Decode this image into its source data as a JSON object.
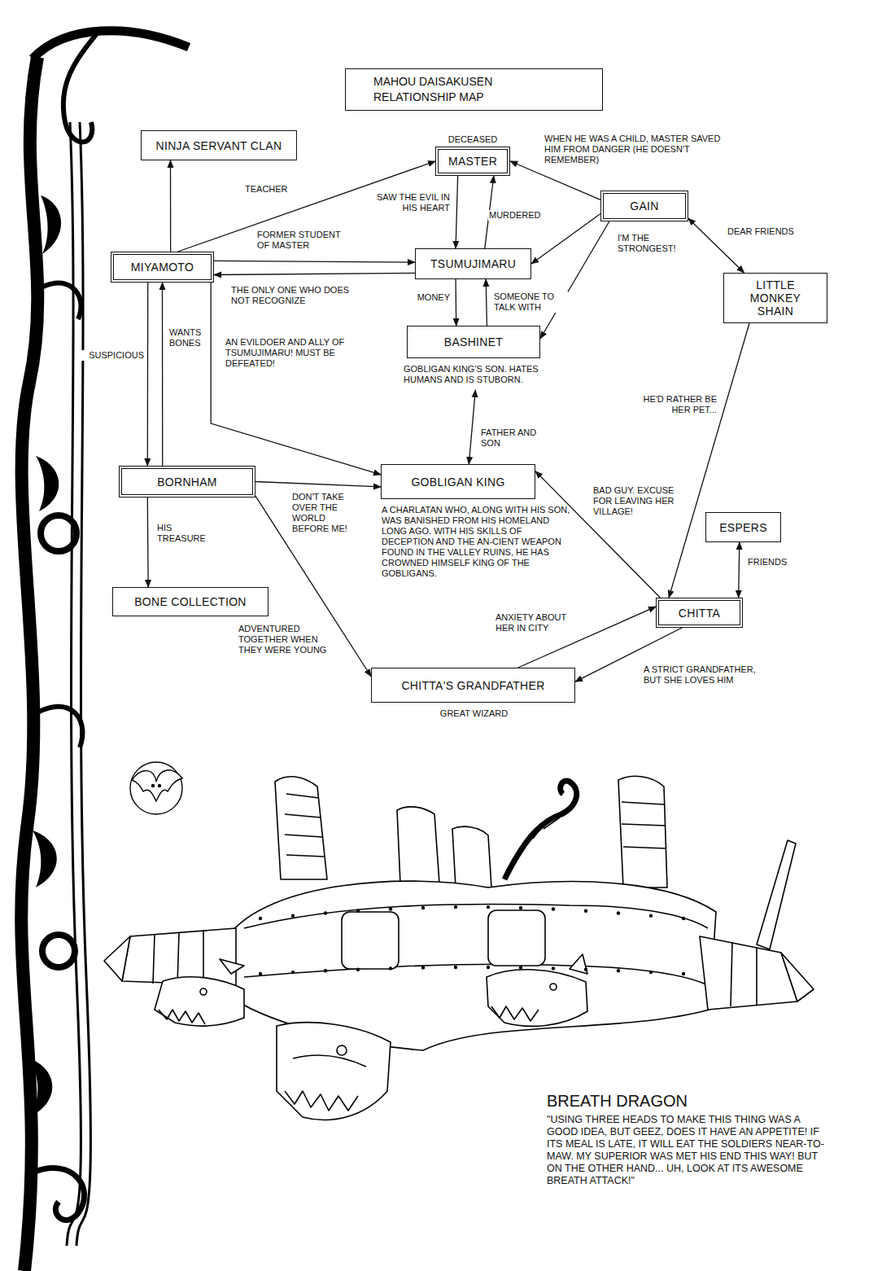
{
  "diagram": {
    "title": "MAHOU DAISAKUSEN RELATIONSHIP MAP",
    "nodes": [
      {
        "text": [
          "NINJA SERVANT CLAN"
        ]
      },
      {
        "text": [
          "DECEASED",
          "MASTER"
        ]
      },
      {
        "text": [
          "GAIN"
        ]
      },
      {
        "text": [
          "MIYAMOTO"
        ]
      },
      {
        "text": [
          "TSUMUJIMARU"
        ]
      },
      {
        "text": [
          "LITTLE MONKEY SHAIN"
        ]
      },
      {
        "text": [
          "BASHINET",
          "GOBLIGAN KING'S SON. HATES HUMANS AND IS STUBORN."
        ]
      },
      {
        "text": [
          "GOBLIGAN KING",
          "A CHARLATAN WHO, ALONG WITH HIS SON, WAS BANISHED FROM HIS HOMELAND LONG AGO. WITH HIS SKILLS OF DECEPTION AND THE AN-CIENT WEAPON FOUND IN THE VALLEY RUINS, HE HAS CROWNED HIMSELF KING OF THE GOBLIGANS."
        ]
      },
      {
        "text": [
          "BORNHAM"
        ]
      },
      {
        "text": [
          "ESPERS"
        ]
      },
      {
        "text": [
          "BONE COLLECTION"
        ]
      },
      {
        "text": [
          "CHITTA"
        ]
      },
      {
        "text": [
          "CHITTA'S GRANDFATHER",
          "GREAT WIZARD"
        ]
      }
    ],
    "edges": [
      {
        "from": 3,
        "to": 0,
        "arrow": "to"
      },
      {
        "from": 3,
        "to": 1,
        "label": "TEACHER",
        "arrow": "to"
      },
      {
        "from": 1,
        "to": 4,
        "label": "SAW THE EVIL IN HIS HEART",
        "arrow": "to"
      },
      {
        "from": 4,
        "to": 1,
        "label": "MURDERED",
        "arrow": "to"
      },
      {
        "from": 2,
        "to": 1,
        "label": "WHEN HE WAS A CHILD, MASTER SAVED HIM FROM DANGER (HE DOESN'T REMEMBER)",
        "arrow": "to"
      },
      {
        "from": 2,
        "to": 4,
        "label": "I'M THE STRONGEST!",
        "arrow": "to"
      },
      {
        "from": 2,
        "to": 6,
        "arrow": "to"
      },
      {
        "from": 2,
        "to": 5,
        "label": "DEAR FRIENDS",
        "arrow": "both"
      },
      {
        "from": 3,
        "to": 4,
        "label": "FORMER STUDENT OF MASTER",
        "arrow": "to"
      },
      {
        "from": 4,
        "to": 3,
        "label": "THE ONLY ONE WHO DOES NOT RECOGNIZE",
        "arrow": "to"
      },
      {
        "from": 4,
        "to": 6,
        "label": "MONEY",
        "arrow": "to"
      },
      {
        "from": 6,
        "to": 4,
        "label": "SOMEONE TO TALK WITH",
        "arrow": "to"
      },
      {
        "from": 6,
        "to": 7,
        "label": "FATHER AND SON",
        "arrow": "both"
      },
      {
        "from": 3,
        "to": 8,
        "label": "SUSPICIOUS",
        "arrow": "to"
      },
      {
        "from": 8,
        "to": 3,
        "label": "WANTS BONES",
        "arrow": "to"
      },
      {
        "from": 3,
        "to": 7,
        "label": "AN EVILDOER AND ALLY OF TSUMUJIMARU! MUST BE DEFEATED!",
        "arrow": "to"
      },
      {
        "from": 5,
        "to": 11,
        "label": "HE'D RATHER BE HER PET...",
        "arrow": "to"
      },
      {
        "from": 8,
        "to": 7,
        "label": "DON'T TAKE OVER THE WORLD BEFORE ME!",
        "arrow": "to"
      },
      {
        "from": 8,
        "to": 10,
        "label": "HIS TREASURE",
        "arrow": "to"
      },
      {
        "from": 8,
        "to": 12,
        "label": "ADVENTURED TOGETHER WHEN THEY WERE YOUNG",
        "arrow": "to"
      },
      {
        "from": 11,
        "to": 7,
        "label": "BAD GUY. EXCUSE FOR LEAVING HER VILLAGE!",
        "arrow": "to"
      },
      {
        "from": 9,
        "to": 11,
        "label": "FRIENDS",
        "arrow": "both"
      },
      {
        "from": 12,
        "to": 11,
        "label": "ANXIETY ABOUT HER IN CITY",
        "arrow": "to"
      },
      {
        "from": 11,
        "to": 12,
        "label": "A STRICT GRANDFATHER, BUT SHE LOVES HIM",
        "arrow": "to"
      }
    ],
    "labels": [
      "BREATH DRAGON",
      "\"USING THREE HEADS TO MAKE THIS THING WAS A GOOD IDEA, BUT GEEZ, DOES IT HAVE AN APPETITE! IF ITS MEAL IS LATE, IT WILL EAT THE SOLDIERS NEAR-TO-MAW. MY SUPERIOR WAS MET HIS END THIS WAY! BUT ON THE OTHER HAND... UH, LOOK AT ITS AWESOME BREATH ATTACK!\""
    ]
  }
}
